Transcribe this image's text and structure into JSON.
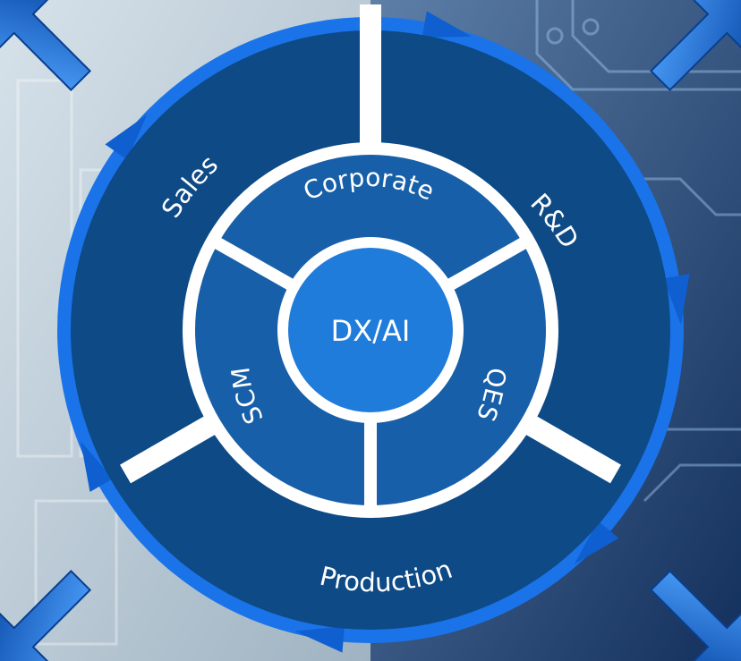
{
  "hub": {
    "label": "DX/AI"
  },
  "inner_ring": [
    {
      "label": "Corporate"
    },
    {
      "label": "QES"
    },
    {
      "label": "SCM"
    }
  ],
  "outer_ring": [
    {
      "label": "Sales"
    },
    {
      "label": "R&D"
    },
    {
      "label": "Production"
    }
  ],
  "colors": {
    "outer_segment": "#0d4a86",
    "inner_segment": "#175fa8",
    "hub": "#1f7cdb",
    "arrow_ring": "#1a73e8",
    "divider": "#ffffff",
    "background_left": "#aebfcc",
    "background_right": "#1b3f73"
  }
}
